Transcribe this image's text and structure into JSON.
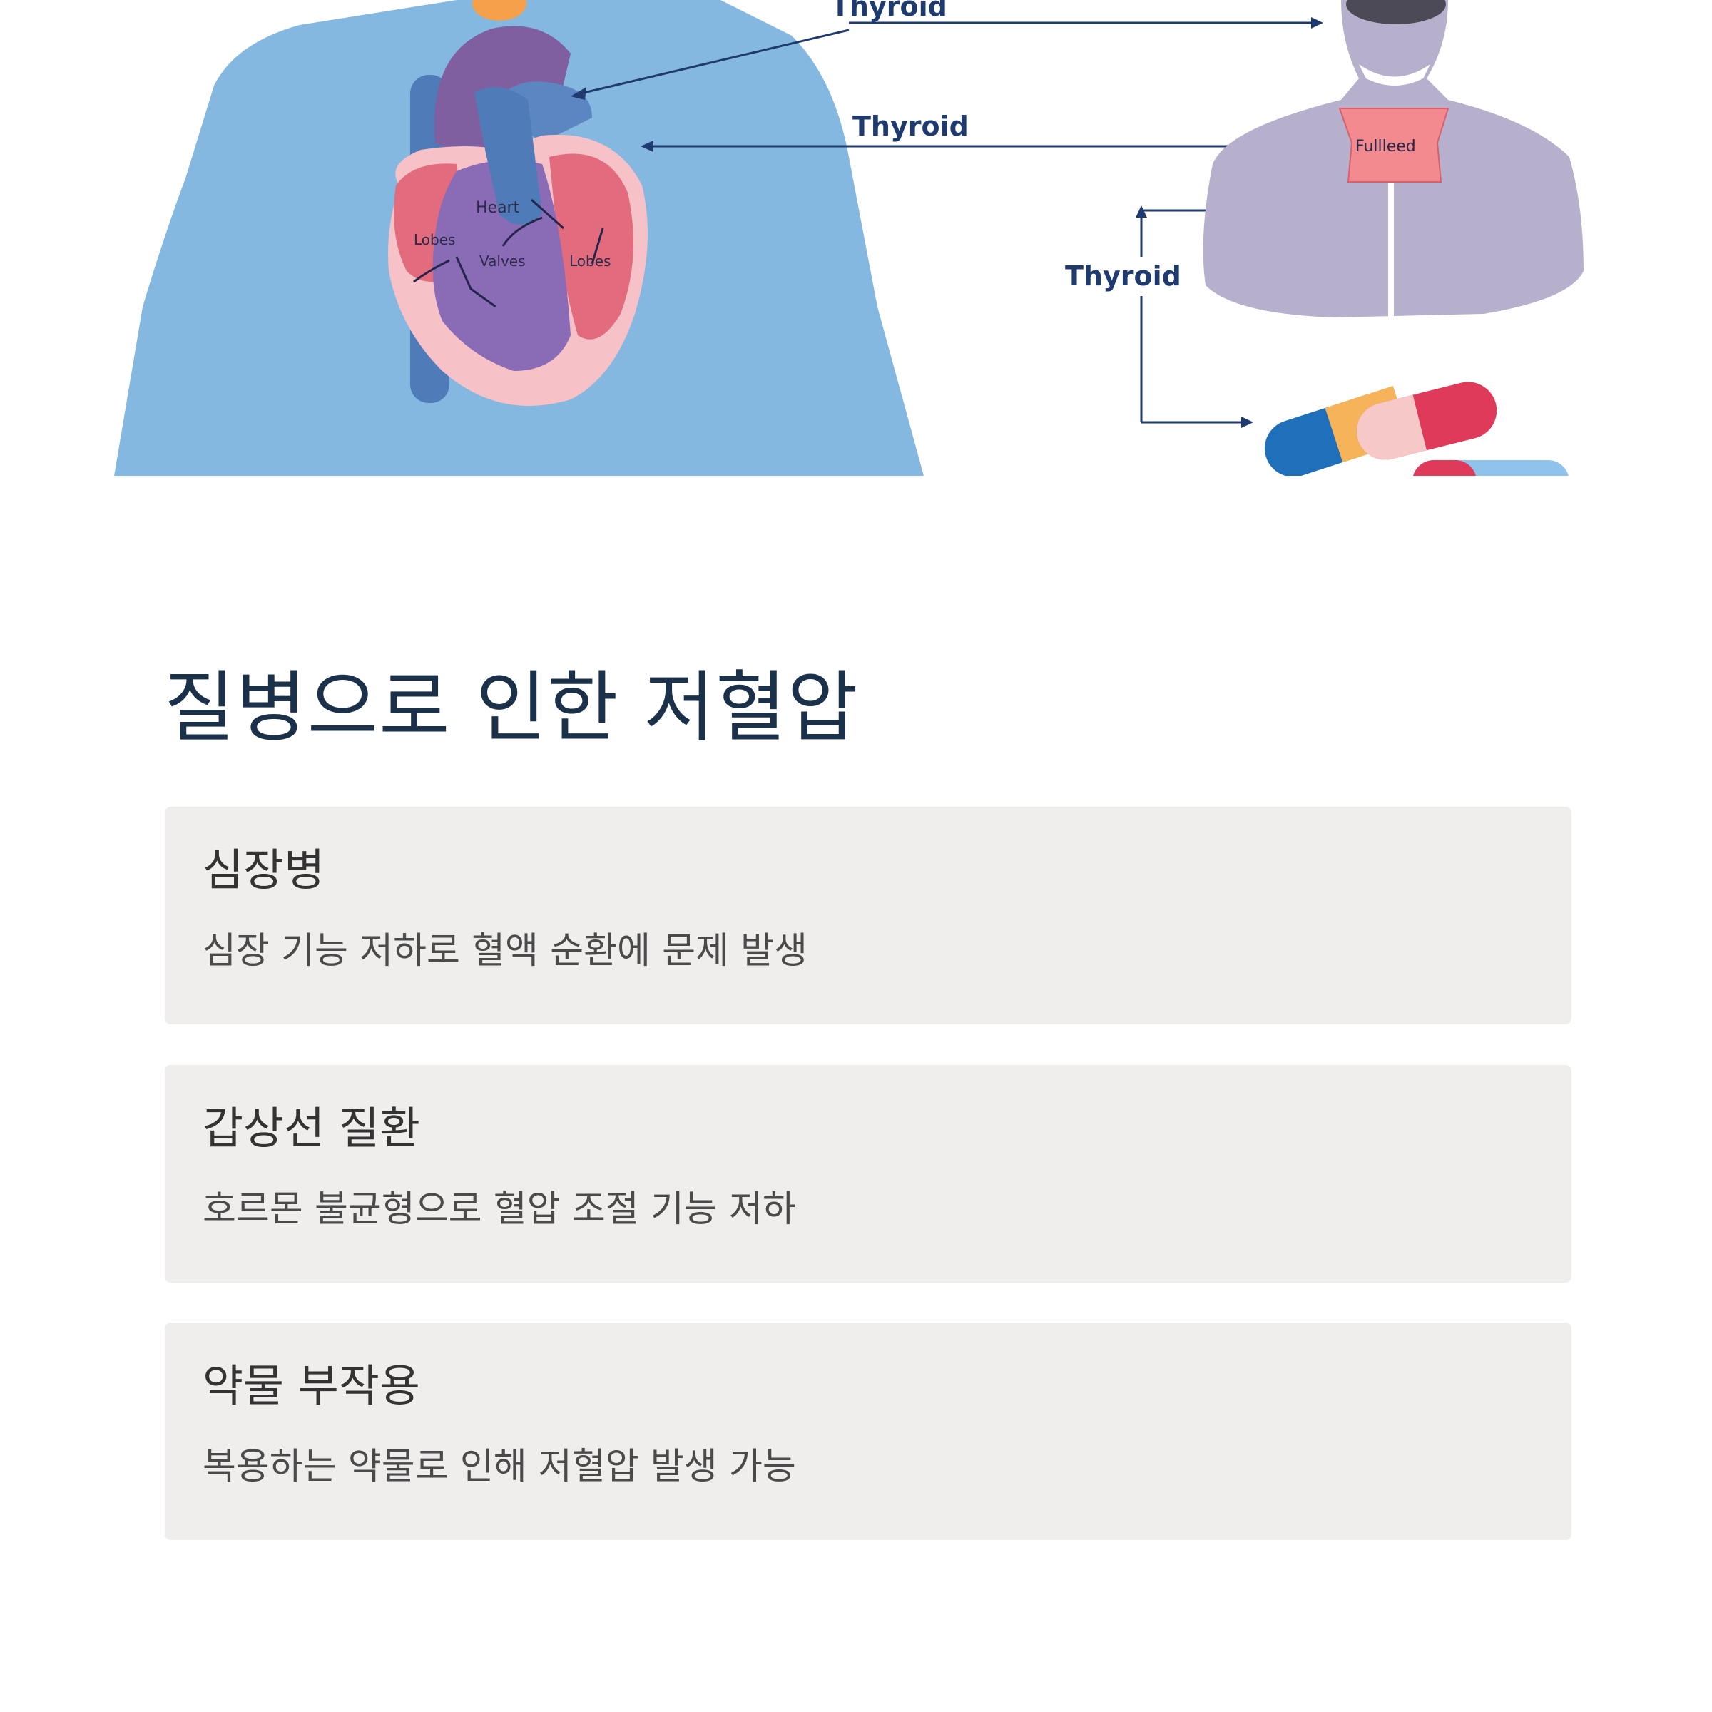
{
  "illustration": {
    "labels": {
      "thyroid_top": "Thyroid",
      "thyroid_mid": "Thyroid",
      "thyroid_low": "Thyroid",
      "heart": "Heart",
      "valves": "Valves",
      "lobes_left": "Lobes",
      "lobes_right": "Lobes",
      "fullleed": "Fullleed"
    }
  },
  "section": {
    "title": "질병으로 인한 저혈압",
    "cards": [
      {
        "title": "심장병",
        "description": "심장 기능 저하로 혈액 순환에 문제 발생"
      },
      {
        "title": "갑상선 질환",
        "description": "호르몬 불균형으로 혈압 조절 기능 저하"
      },
      {
        "title": "약물 부작용",
        "description": "복용하는 약물로 인해 저혈압 발생 가능"
      }
    ]
  }
}
